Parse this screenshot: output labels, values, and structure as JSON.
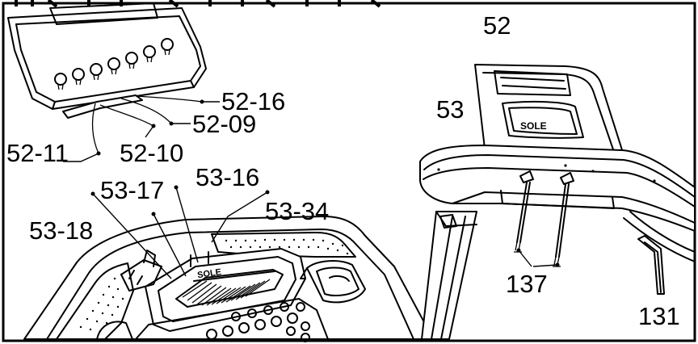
{
  "labels": {
    "l52": "52",
    "l53": "53",
    "l52_16": "52-16",
    "l52_09": "52-09",
    "l52_11": "52-11",
    "l52_10": "52-10",
    "l53_17": "53-17",
    "l53_16": "53-16",
    "l53_18": "53-18",
    "l53_34": "53-34",
    "l137": "137",
    "l131": "131"
  },
  "logo": {
    "text": "SOLE"
  },
  "colors": {
    "ink": "#000000",
    "paper": "#ffffff"
  }
}
